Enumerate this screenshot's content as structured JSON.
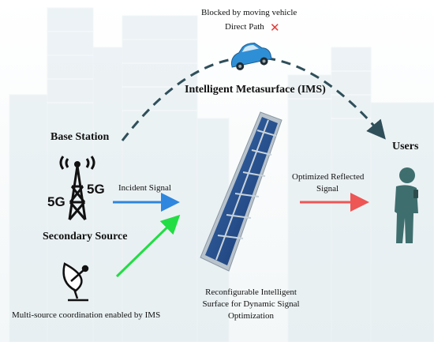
{
  "labels": {
    "blocked": "Blocked by moving vehicle",
    "direct_path": "Direct Path",
    "ims_title": "Intelligent Metasurface (IMS)",
    "base_station": "Base Station",
    "users": "Users",
    "incident_signal": "Incident Signal",
    "reflected_line1": "Optimized Reflected",
    "reflected_line2": "Signal",
    "secondary_source": "Secondary Source",
    "surface_line1": "Reconfigurable Intelligent",
    "surface_line2": "Surface for Dynamic Signal",
    "surface_line3": "Optimization",
    "multi_source": "Multi-source coordination enabled by IMS",
    "tower_5g_left": "5G",
    "tower_5g_right": "5G"
  },
  "colors": {
    "incident_arrow": "#2e86de",
    "secondary_arrow": "#22dd44",
    "reflected_arrow": "#ee5555",
    "dashed_path": "#2f4f5a",
    "car": "#2f8fd6",
    "blocked_mark": "#e53935",
    "panel": "#1f4e8c",
    "user": "#3f6e6e"
  },
  "icons": {
    "blocked": "red-x-icon",
    "vehicle": "car-icon",
    "base_station": "5g-tower-icon",
    "secondary": "satellite-dish-icon",
    "user": "person-with-phone-icon"
  }
}
